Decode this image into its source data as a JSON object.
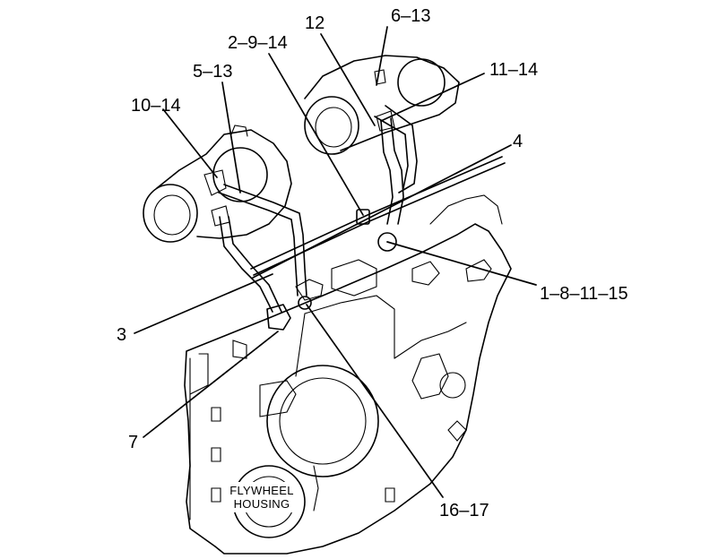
{
  "callouts": {
    "c_6_13": "6–13",
    "c_12": "12",
    "c_2_9_14": "2–9–14",
    "c_11_14": "11–14",
    "c_5_13": "5–13",
    "c_10_14": "10–14",
    "c_4": "4",
    "c_1_8_11_15": "1–8–11–15",
    "c_3": "3",
    "c_7": "7",
    "c_16_17": "16–17"
  },
  "caption": {
    "line1": "FLYWHEEL",
    "line2": "HOUSING"
  }
}
